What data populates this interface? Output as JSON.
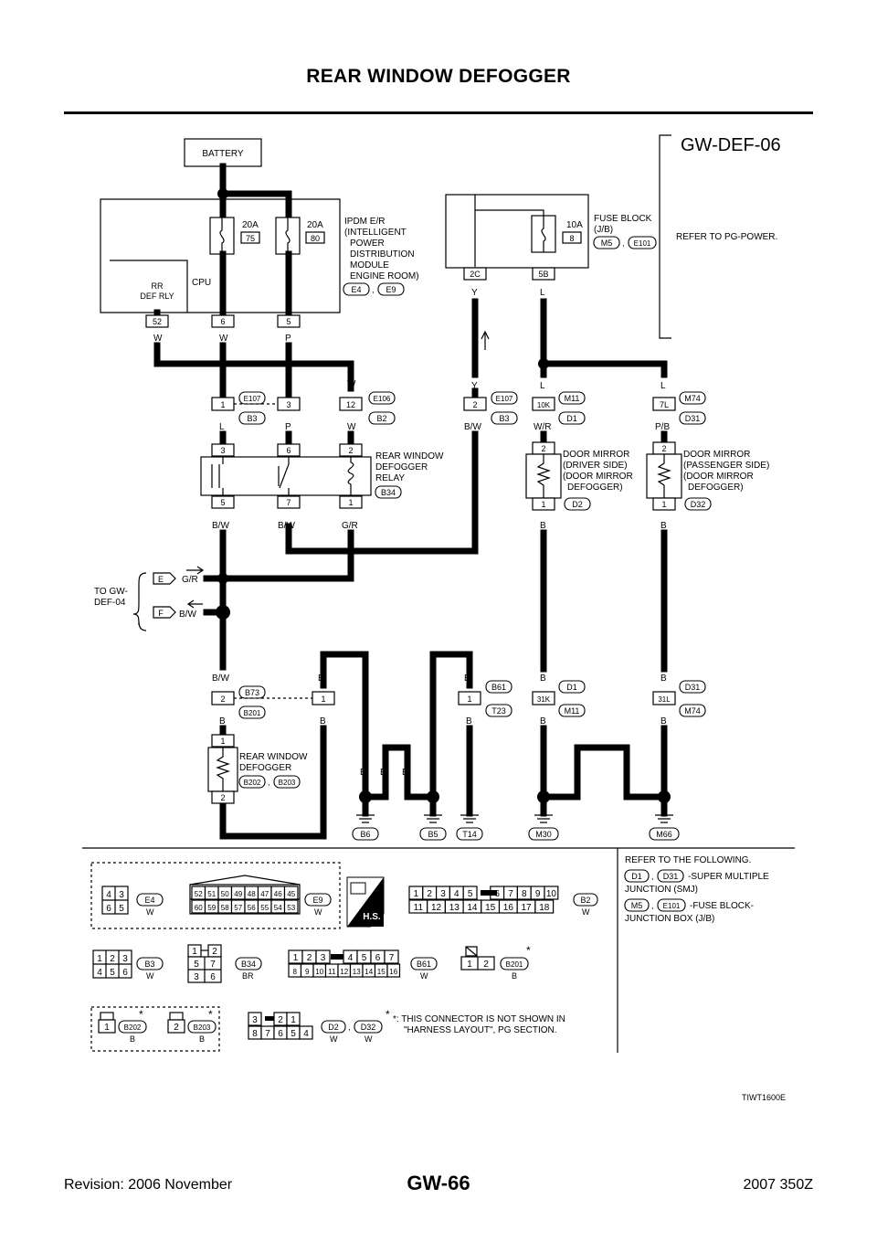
{
  "header": {
    "title": "REAR WINDOW DEFOGGER"
  },
  "footer": {
    "revision": "Revision: 2006 November",
    "page": "GW-66",
    "model": "2007 350Z"
  },
  "diagram": {
    "diagram_id": "GW-DEF-06",
    "battery": "BATTERY",
    "fuse1_amp": "20A",
    "fuse1_no": "75",
    "fuse2_amp": "20A",
    "fuse2_no": "80",
    "ipdm": [
      "IPDM E/R",
      "(INTELLIGENT",
      "POWER",
      "DISTRIBUTION",
      "MODULE",
      "ENGINE ROOM)"
    ],
    "ipdm_conn": [
      "E4",
      "E9"
    ],
    "cpu": "CPU",
    "rr_def_rly": [
      "RR",
      "DEF RLY"
    ],
    "ipdm_pins": [
      "52",
      "6",
      "5"
    ],
    "fuseblock_amp": "10A",
    "fuseblock_no": "8",
    "fuseblock": [
      "FUSE BLOCK",
      "(J/B)"
    ],
    "fuseblock_conn": [
      "M5",
      "E101"
    ],
    "fuseblock_pins": [
      "2C",
      "5B"
    ],
    "refer_pg": "REFER TO PG-POWER.",
    "colors": {
      "W": "W",
      "P": "P",
      "Y": "Y",
      "L": "L",
      "B": "B",
      "BW": "B/W",
      "GR": "G/R",
      "WR": "W/R",
      "PB": "P/B"
    },
    "joint_pins": [
      "1",
      "3",
      "12",
      "2",
      "10K",
      "7L"
    ],
    "joint_conns": [
      "E107",
      "B3",
      "E106",
      "B2",
      "E107",
      "B3",
      "M11",
      "D1",
      "M74",
      "D31"
    ],
    "relay": [
      "REAR WINDOW",
      "DEFOGGER",
      "RELAY"
    ],
    "relay_conn": "B34",
    "relay_pins": [
      "3",
      "6",
      "2",
      "5",
      "7",
      "1"
    ],
    "dm_driver": [
      "DOOR MIRROR",
      "(DRIVER SIDE)",
      "(DOOR MIRROR",
      "DEFOGGER)"
    ],
    "dm_driver_conn": "D2",
    "dm_pass": [
      "DOOR MIRROR",
      "(PASSENGER SIDE)",
      "(DOOR MIRROR",
      "DEFOGGER)"
    ],
    "dm_pass_conn": "D32",
    "dm_pins": [
      "2",
      "1"
    ],
    "to_gw": [
      "TO GW-",
      "DEF-04"
    ],
    "to_gw_letters": [
      "E",
      "F"
    ],
    "lower_conns": [
      "B73",
      "B201",
      "B61",
      "T23",
      "D1",
      "M11",
      "D31",
      "M74"
    ],
    "lower_pins": [
      "2",
      "1",
      "1",
      "31K",
      "31L"
    ],
    "rear_def": [
      "REAR WINDOW",
      "DEFOGGER"
    ],
    "rear_def_conn": [
      "B202",
      "B203"
    ],
    "grounds": [
      "B6",
      "B5",
      "T14",
      "M30",
      "M66"
    ],
    "comma": ","
  },
  "legend": {
    "e4": {
      "pins": [
        "4",
        "3",
        "6",
        "5"
      ],
      "name": "E4",
      "color": "W"
    },
    "e9": {
      "row1": [
        "52",
        "51",
        "50",
        "49",
        "48",
        "47",
        "46",
        "45"
      ],
      "row2": [
        "60",
        "59",
        "58",
        "57",
        "56",
        "55",
        "54",
        "53"
      ],
      "name": "E9",
      "color": "W"
    },
    "hs": "H.S.",
    "b2": {
      "row1": [
        "1",
        "2",
        "3",
        "4",
        "5",
        "6",
        "7",
        "8",
        "9",
        "10"
      ],
      "row2": [
        "11",
        "12",
        "13",
        "14",
        "15",
        "16",
        "17",
        "18"
      ],
      "name": "B2",
      "color": "W"
    },
    "b3": {
      "pins": [
        "1",
        "2",
        "3",
        "4",
        "5",
        "6"
      ],
      "name": "B3",
      "color": "W"
    },
    "b34": {
      "pins": [
        "1",
        "2",
        "5",
        "7",
        "3",
        "6"
      ],
      "name": "B34",
      "color": "BR"
    },
    "b61": {
      "row1": [
        "1",
        "2",
        "3",
        "4",
        "5",
        "6",
        "7"
      ],
      "row2": [
        "8",
        "9",
        "10",
        "11",
        "12",
        "13",
        "14",
        "15",
        "16"
      ],
      "name": "B61",
      "color": "W"
    },
    "b201": {
      "pins": [
        "1",
        "2"
      ],
      "name": "B201",
      "color": "B"
    },
    "b202": {
      "pin": "1",
      "name": "B202",
      "color": "B"
    },
    "b203": {
      "pin": "2",
      "name": "B203",
      "color": "B"
    },
    "d2": {
      "row1": [
        "3",
        "2",
        "1"
      ],
      "row2": [
        "8",
        "7",
        "6",
        "5",
        "4"
      ],
      "names": [
        "D2",
        "D32"
      ],
      "colors": [
        "W",
        "W"
      ]
    },
    "star": "*",
    "note": [
      "*: THIS CONNECTOR IS NOT SHOWN IN",
      "\"HARNESS LAYOUT\", PG SECTION."
    ],
    "refer": [
      "REFER TO THE FOLLOWING.",
      "-SUPER MULTIPLE",
      "JUNCTION (SMJ)",
      "-FUSE BLOCK-",
      "JUNCTION BOX (J/B)"
    ],
    "refer_conns": [
      "D1",
      "D31",
      "M5",
      "E101"
    ]
  },
  "figure_code": "TIWT1600E"
}
